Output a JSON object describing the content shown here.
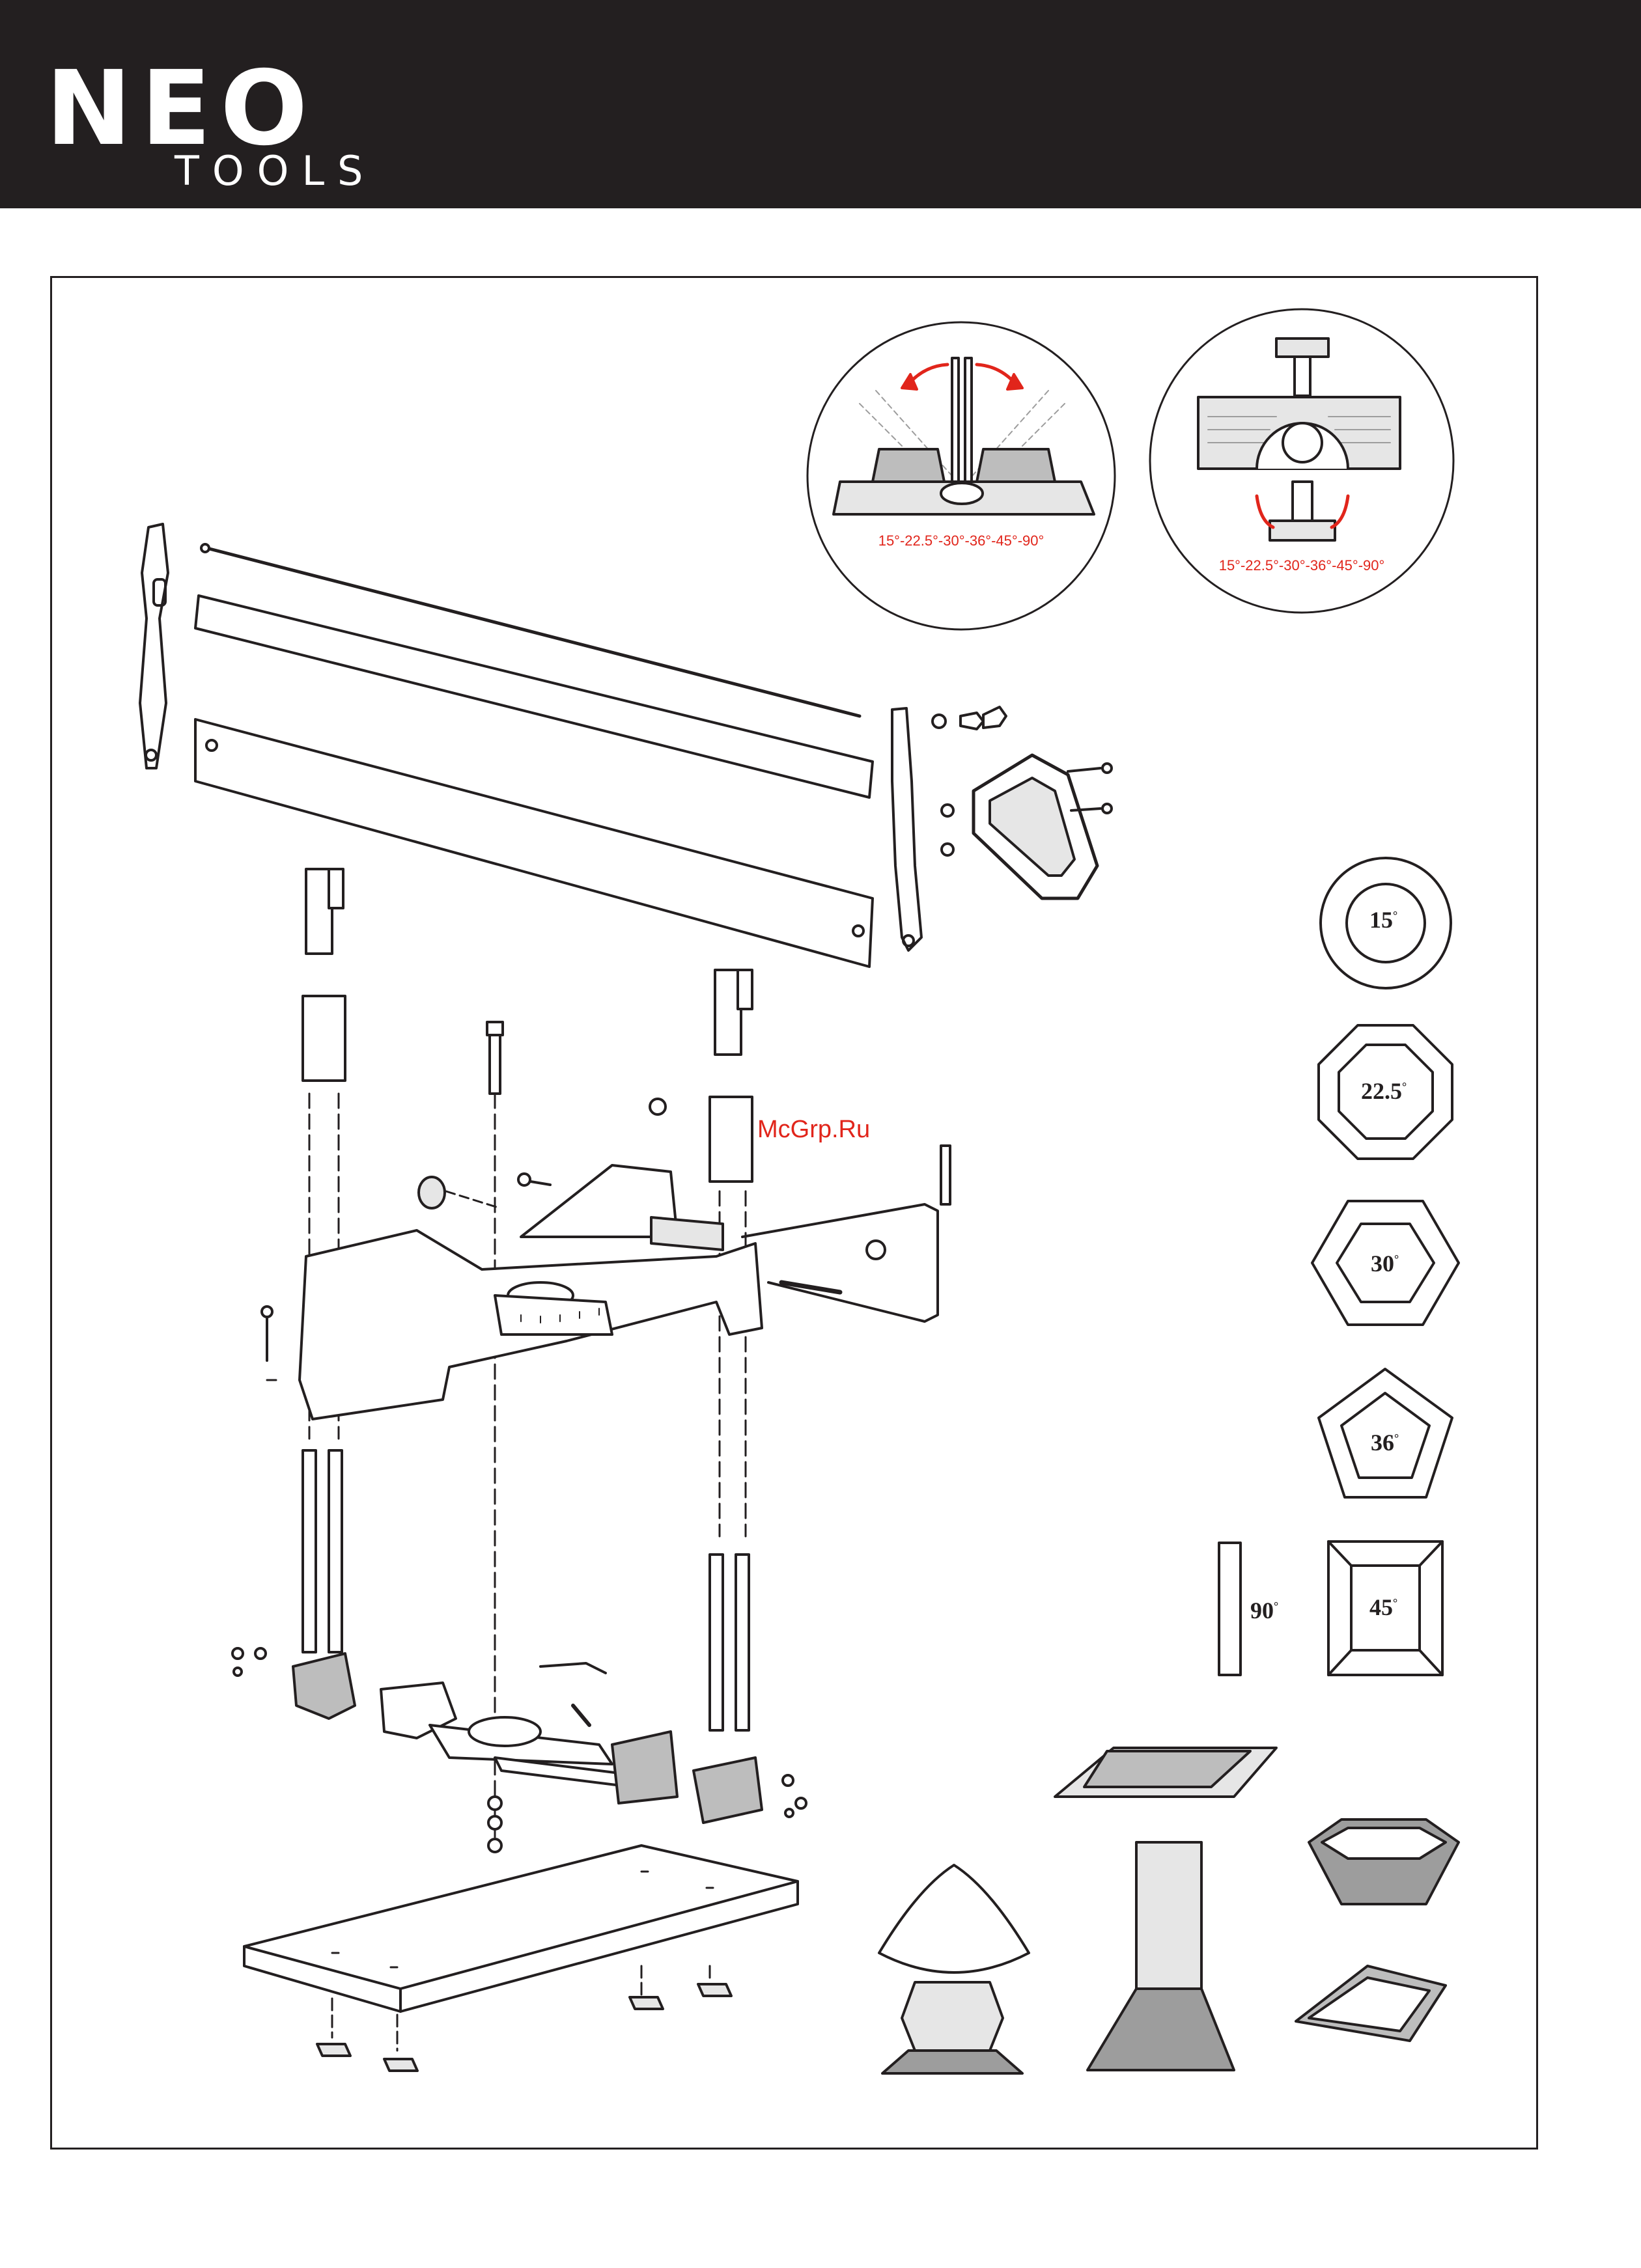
{
  "header": {
    "brand": "NEO",
    "brand_sub": "TOOLS",
    "background": "#231f20"
  },
  "callouts": {
    "saw_tilt_angles": "15°-22.5°-30°-36°-45°-90°",
    "table_rotate_angles": "15°-22.5°-30°-36°-45°-90°",
    "arrow_color": "#e1251b"
  },
  "watermark": "McGrp.Ru",
  "angle_examples": [
    {
      "label": "15",
      "deg": "°"
    },
    {
      "label": "22.5",
      "deg": "°"
    },
    {
      "label": "30",
      "deg": "°"
    },
    {
      "label": "36",
      "deg": "°"
    },
    {
      "label": "45",
      "deg": "°"
    },
    {
      "label": "90",
      "deg": "°"
    }
  ],
  "icons": {
    "logo": "neo-tools-logo",
    "saw_exploded": "mitre-saw-exploded-view",
    "project_examples": [
      "lamp",
      "pedestal",
      "hexagonal-bowl",
      "square-tray"
    ]
  }
}
